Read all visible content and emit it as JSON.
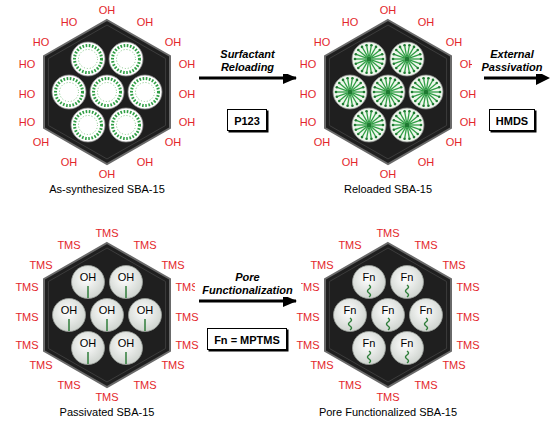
{
  "diagram": {
    "nodes": [
      {
        "text": [
          "As-synthesized SBA-15"
        ]
      },
      {
        "text": [
          "P123"
        ]
      },
      {
        "text": [
          "Reloaded SBA-15"
        ]
      },
      {
        "text": [
          "HMDS"
        ]
      },
      {
        "text": [
          "Passivated SBA-15"
        ]
      },
      {
        "text": [
          "OH"
        ],
        "in": 4
      },
      {
        "text": [
          "OH"
        ],
        "in": 4
      },
      {
        "text": [
          "OH"
        ],
        "in": 4
      },
      {
        "text": [
          "OH"
        ],
        "in": 4
      },
      {
        "text": [
          "OH"
        ],
        "in": 4
      },
      {
        "text": [
          "OH"
        ],
        "in": 4
      },
      {
        "text": [
          "OH"
        ],
        "in": 4
      },
      {
        "text": [
          "Fn = MPTMS"
        ]
      },
      {
        "text": [
          "Pore Functionalized SBA-15"
        ]
      },
      {
        "text": [
          "Fn"
        ],
        "in": 13
      },
      {
        "text": [
          "Fn"
        ],
        "in": 13
      },
      {
        "text": [
          "Fn"
        ],
        "in": 13
      },
      {
        "text": [
          "Fn"
        ],
        "in": 13
      },
      {
        "text": [
          "Fn"
        ],
        "in": 13
      },
      {
        "text": [
          "Fn"
        ],
        "in": 13
      },
      {
        "text": [
          "Fn"
        ],
        "in": 13
      }
    ],
    "edges": [
      {
        "from": 0,
        "to": 2,
        "arrow": "to",
        "label": "Surfactant Reloading"
      },
      {
        "from": 4,
        "to": 13,
        "arrow": "to",
        "label": "Pore Functionalization"
      }
    ],
    "labels": [
      "OH",
      "HO",
      "OH",
      "HO",
      "OH",
      "HO",
      "OH",
      "HO",
      "OH",
      "HO",
      "OH",
      "OH",
      "OH",
      "OH",
      "OH",
      "OH",
      "OH",
      "HO",
      "OH",
      "HO",
      "OH",
      "HO",
      "OH",
      "HO",
      "OH",
      "HO",
      "OH",
      "OH",
      "OH",
      "OH",
      "OH",
      "OH",
      "External Passivation",
      "TMS",
      "TMS",
      "TMS",
      "TMS",
      "TMS",
      "TMS",
      "TMS",
      "TMS",
      "TMS",
      "TMS",
      "TMS",
      "TMS",
      "TMS",
      "TMS",
      "TMS",
      "TMS",
      "TMS",
      "TMS",
      "TMS",
      "TMS",
      "TMS",
      "TMS",
      "TMS",
      "TMS",
      "TMS",
      "TMS",
      "TMS",
      "TMS",
      "TMS",
      "TMS",
      "TMS",
      "TMS"
    ]
  }
}
